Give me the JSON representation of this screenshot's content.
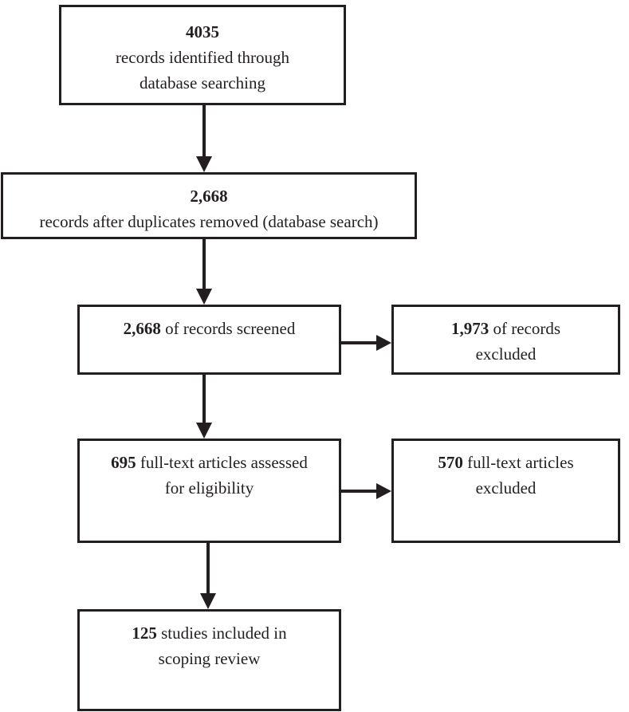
{
  "flow": {
    "identified": {
      "count": "4035",
      "text1": "records identified through",
      "text2": "database searching"
    },
    "deduplicated": {
      "count": "2,668",
      "text1": "records after duplicates removed (database search)"
    },
    "screened": {
      "count": "2,668",
      "text1": " of records screened"
    },
    "screened_excluded": {
      "count": "1,973",
      "text1": " of records",
      "text2": "excluded"
    },
    "eligibility": {
      "count": "695",
      "text1": " full-text articles assessed",
      "text2": "for eligibility"
    },
    "eligibility_excluded": {
      "count": "570",
      "text1": " full-text articles",
      "text2": "excluded"
    },
    "included": {
      "count": "125",
      "text1": " studies included in",
      "text2": "scoping review"
    }
  },
  "colors": {
    "stroke": "#231f20",
    "background": "#ffffff"
  }
}
